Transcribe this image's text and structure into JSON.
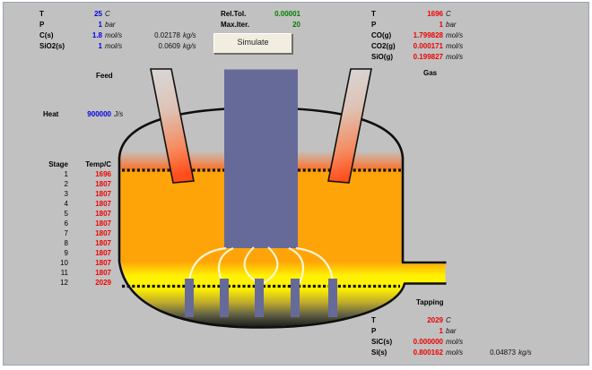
{
  "feed": {
    "section_label": "Feed",
    "rows": [
      {
        "label": "T",
        "value": "25",
        "unit": "C"
      },
      {
        "label": "P",
        "value": "1",
        "unit": "bar"
      },
      {
        "label": "C(s)",
        "value": "1.8",
        "unit": "mol/s",
        "rate": "0.02178",
        "rate_unit": "kg/s"
      },
      {
        "label": "SiO2(s)",
        "value": "1",
        "unit": "mol/s",
        "rate": "0.0609",
        "rate_unit": "kg/s"
      }
    ]
  },
  "solver": {
    "rel_tol_label": "Rel.Tol.",
    "rel_tol_value": "0.00001",
    "max_iter_label": "Max.Iter.",
    "max_iter_value": "20",
    "simulate_label": "Simulate"
  },
  "gas": {
    "section_label": "Gas",
    "rows": [
      {
        "label": "T",
        "value": "1696",
        "unit": "C"
      },
      {
        "label": "P",
        "value": "1",
        "unit": "bar"
      },
      {
        "label": "CO(g)",
        "value": "1.799828",
        "unit": "mol/s"
      },
      {
        "label": "CO2(g)",
        "value": "0.000171",
        "unit": "mol/s"
      },
      {
        "label": "SiO(g)",
        "value": "0.199827",
        "unit": "mol/s"
      }
    ]
  },
  "heat": {
    "label": "Heat",
    "value": "900000",
    "unit": "J/s"
  },
  "stages": {
    "headers": {
      "stage": "Stage",
      "temp": "Temp/C"
    },
    "rows": [
      {
        "stage": "1",
        "temp": "1696"
      },
      {
        "stage": "2",
        "temp": "1807"
      },
      {
        "stage": "3",
        "temp": "1807"
      },
      {
        "stage": "4",
        "temp": "1807"
      },
      {
        "stage": "5",
        "temp": "1807"
      },
      {
        "stage": "6",
        "temp": "1807"
      },
      {
        "stage": "7",
        "temp": "1807"
      },
      {
        "stage": "8",
        "temp": "1807"
      },
      {
        "stage": "9",
        "temp": "1807"
      },
      {
        "stage": "10",
        "temp": "1807"
      },
      {
        "stage": "11",
        "temp": "1807"
      },
      {
        "stage": "12",
        "temp": "2029"
      }
    ]
  },
  "tapping": {
    "section_label": "Tapping",
    "rows": [
      {
        "label": "T",
        "value": "2029",
        "unit": "C"
      },
      {
        "label": "P",
        "value": "1",
        "unit": "bar"
      },
      {
        "label": "SiC(s)",
        "value": "0.000000",
        "unit": "mol/s"
      },
      {
        "label": "Si(s)",
        "value": "0.800162",
        "unit": "mol/s",
        "rate": "0.04873",
        "rate_unit": "kg/s"
      }
    ]
  },
  "colors": {
    "input_value": "#0000E6",
    "output_value": "#F00000",
    "solver_value": "#008000",
    "melt_orange": "#FFA408",
    "melt_yellow": "#FFF200",
    "electrode": "#666A99",
    "background": "#C1C1C1"
  }
}
